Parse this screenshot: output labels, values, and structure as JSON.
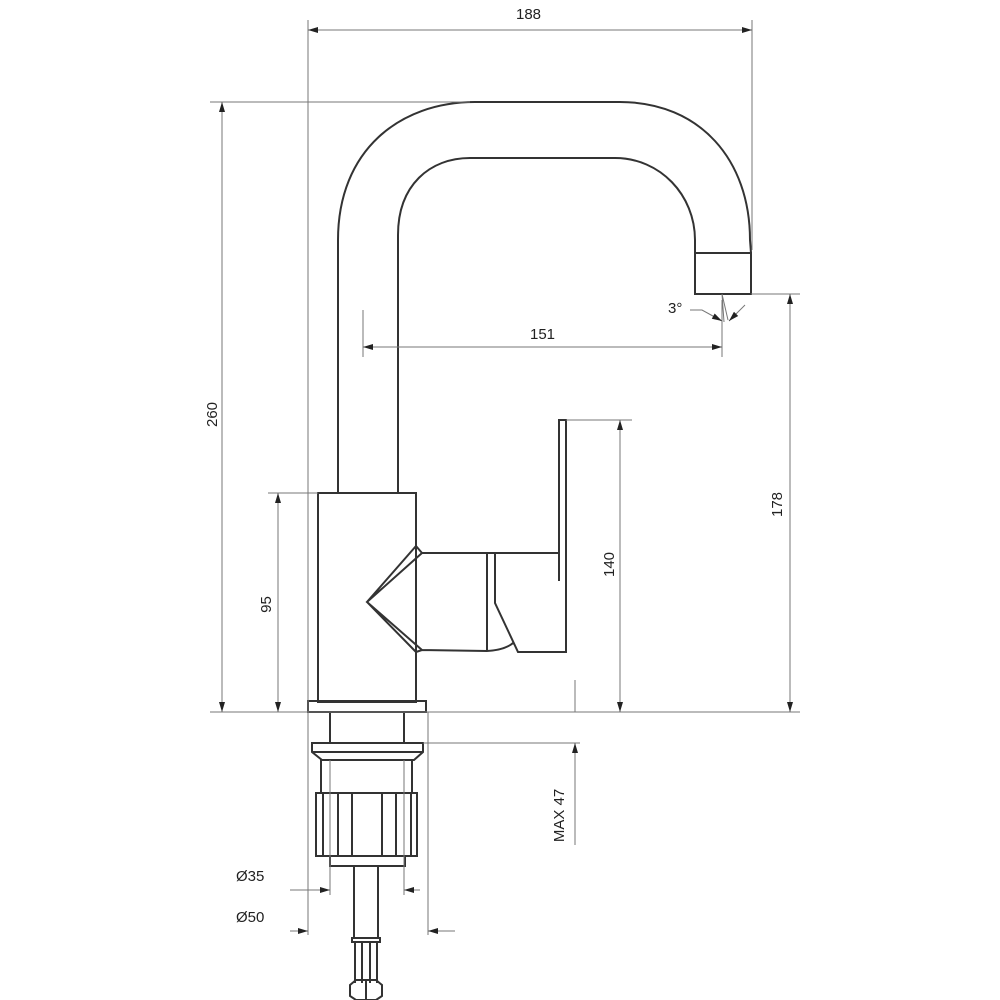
{
  "drawing": {
    "title": "Faucet technical drawing",
    "dimensions": {
      "total_width": "188",
      "total_height": "260",
      "spout_reach": "151",
      "spout_height": "178",
      "lever_height": "140",
      "body_height": "95",
      "max_mount_thickness": "MAX 47",
      "diameter_inner": "Ø35",
      "diameter_outer": "Ø50",
      "spout_angle": "3°"
    },
    "colors": {
      "line": "#333333",
      "dimension": "#777777"
    }
  }
}
